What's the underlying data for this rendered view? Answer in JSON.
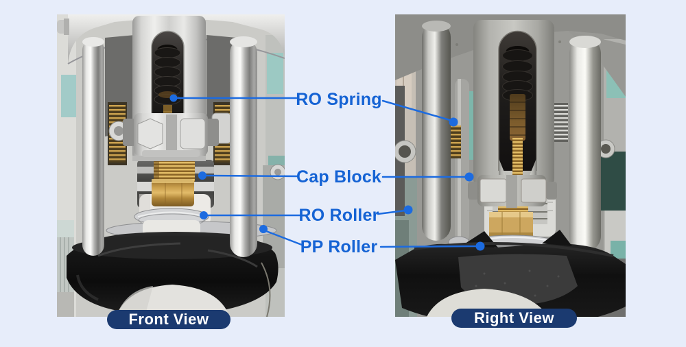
{
  "theme": {
    "background": "#e7edfa",
    "label_color": "#1563d4",
    "line_color": "#1c6be0",
    "badge_bg": "#1b3a70",
    "badge_text": "#ffffff"
  },
  "annotations": {
    "labels": [
      {
        "id": "ro-spring",
        "text": "RO Spring"
      },
      {
        "id": "cap-block",
        "text": "Cap Block"
      },
      {
        "id": "ro-roller",
        "text": "RO Roller"
      },
      {
        "id": "pp-roller",
        "text": "PP Roller"
      }
    ]
  },
  "views": {
    "front": {
      "caption": "Front View"
    },
    "right": {
      "caption": "Right View"
    }
  }
}
